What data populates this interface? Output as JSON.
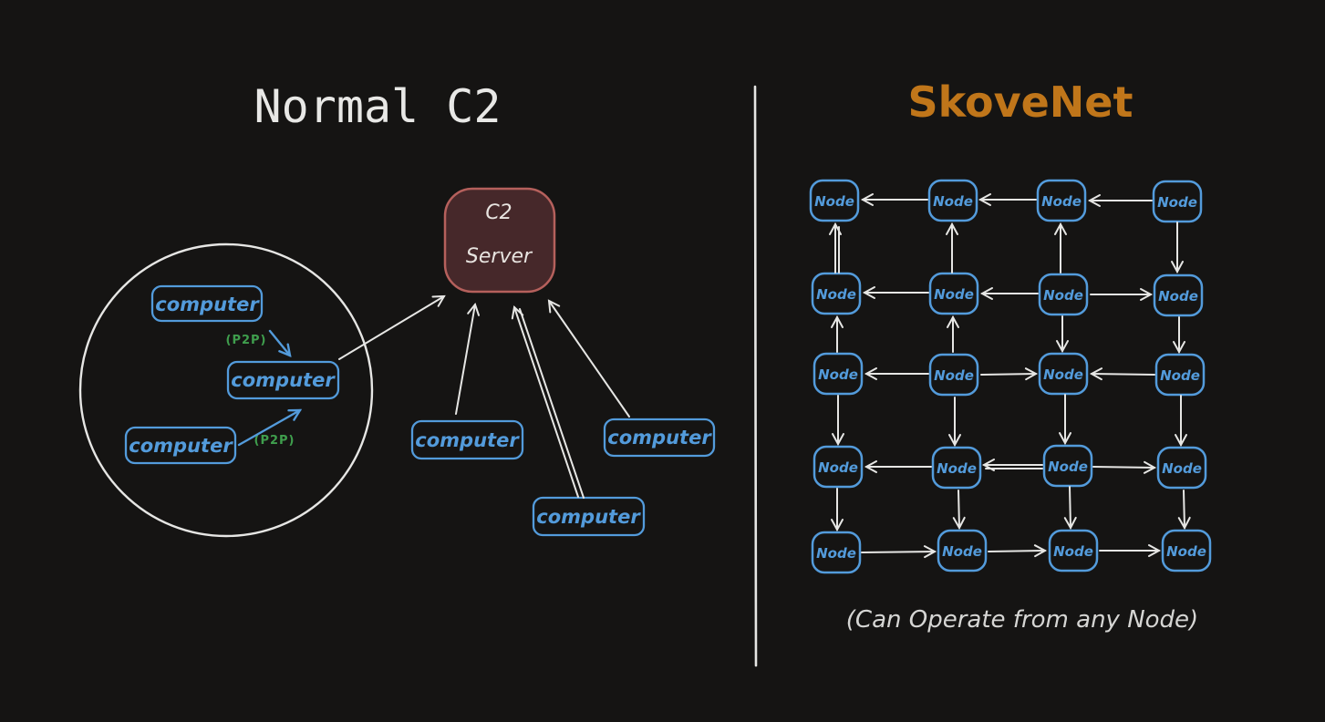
{
  "diagram": {
    "background_color": "#151413",
    "stroke_color": "#e6e6e4",
    "has_center_divider": true
  },
  "left_panel": {
    "title": "Normal C2",
    "title_color": "#e8e8e6",
    "c2_server": {
      "label_line1": "C2",
      "label_line2": "Server",
      "fill_color": "#46282a",
      "border_color": "#b5605c"
    },
    "computer_label": "computer",
    "computer_color": "#539bdb",
    "computers_in_circle": 3,
    "computers_direct_to_server": 3,
    "p2p_label": "(P2P)",
    "p2p_color": "#3f9e4d",
    "p2p_links": 2
  },
  "right_panel": {
    "title": "SkoveNet",
    "title_color": "#c0761a",
    "node_label": "Node",
    "node_color": "#539bdb",
    "grid_rows": 5,
    "grid_cols": 4,
    "caption": "(Can Operate from any Node)"
  }
}
